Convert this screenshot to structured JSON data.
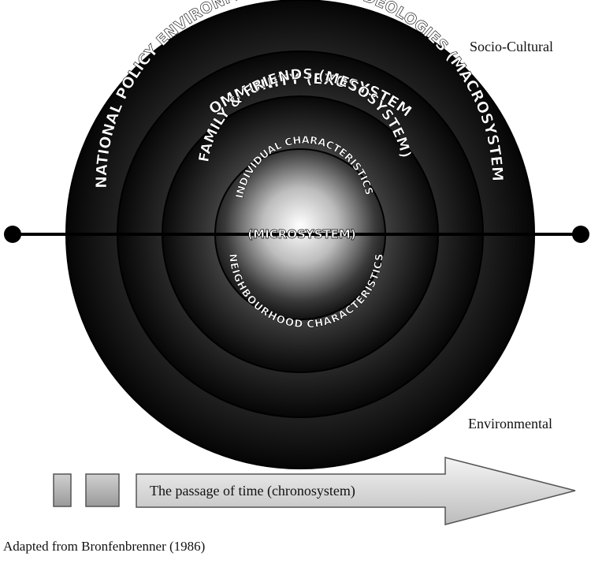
{
  "labels": {
    "socio_cultural": "Socio-Cultural",
    "environmental": "Environmental",
    "caption": "Adapted from Bronfenbrenner (1986)"
  },
  "rings": {
    "macro": "NATIONAL POLICY ENVIRONMENT; VALUES; IDEOLOGIES (MACROSYSTEM)",
    "exo": "COMMUNITY (EXOSYSTEM)",
    "meso": "FAMILY & FRIENDS (MESOSYSTEM)",
    "micro_top": "INDIVIDUAL CHARACTERISTICS",
    "micro_center": "(MICROSYSTEM)",
    "micro_bottom": "NEIGHBOURHOOD CHARACTERISTICS"
  },
  "chronosystem": {
    "label": "The passage of time (chronosystem)"
  },
  "colors": {
    "ring_dark": "#0a0a0a",
    "ring_mid": "#6e6e6e",
    "core_light": "#ffffff",
    "ring_text": "#ffffff",
    "arrow_fill": "#d8d8d8",
    "arrow_stroke": "#666666"
  }
}
